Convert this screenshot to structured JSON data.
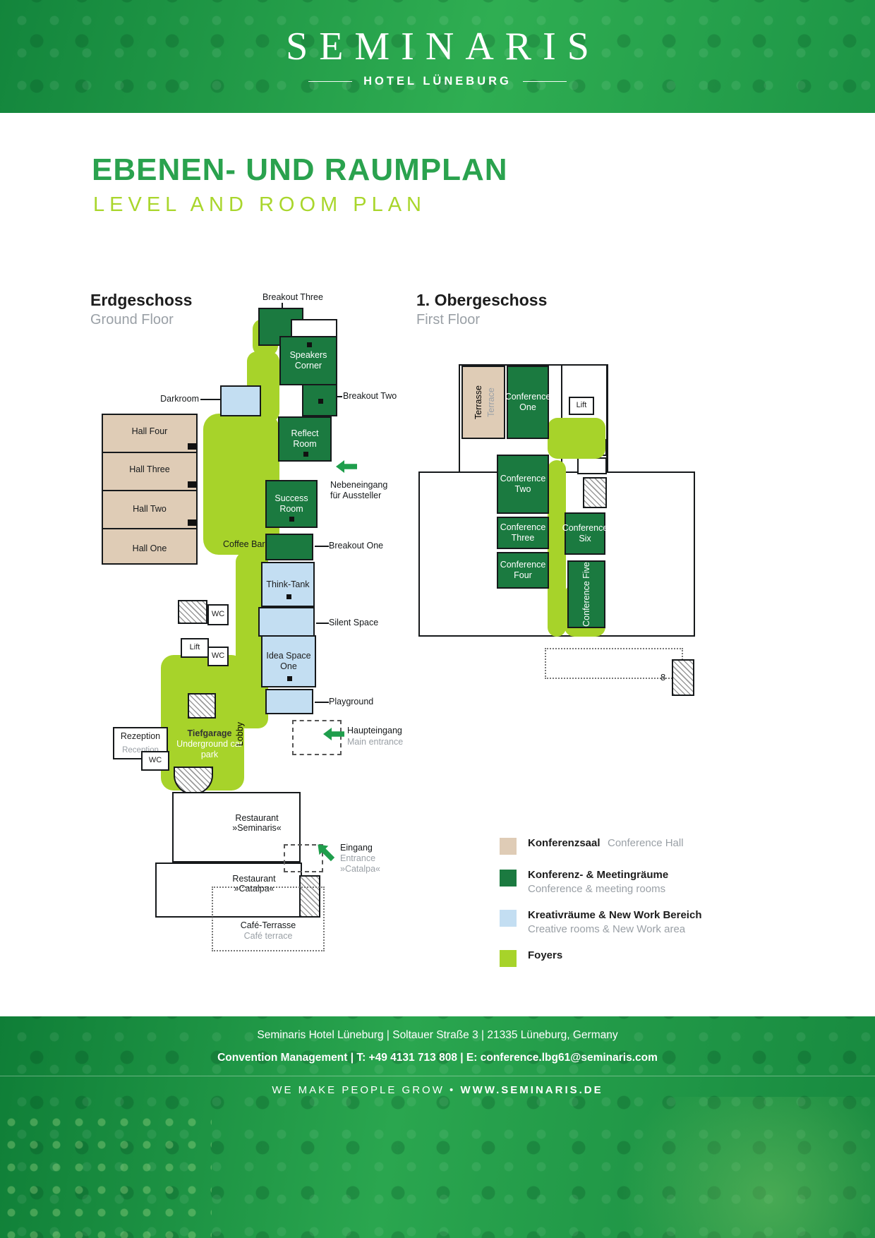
{
  "colors": {
    "brand_green": "#1f9e4c",
    "dark_green": "#1b7a40",
    "foyer_green": "#a7d32a",
    "light_blue": "#c3def2",
    "beige": "#dfccb6",
    "title_green": "#2aa24e",
    "title_light_green": "#a9d62c"
  },
  "header": {
    "brand": "SEMINARIS",
    "subtitle": "HOTEL LÜNEBURG"
  },
  "title": {
    "de": "EBENEN- UND RAUMPLAN",
    "en": "LEVEL AND ROOM PLAN"
  },
  "ground_floor": {
    "heading_de": "Erdgeschoss",
    "heading_en": "Ground Floor",
    "rooms": {
      "breakout_three": "Breakout Three",
      "speakers_corner": "Speakers Corner",
      "darkroom": "Darkroom",
      "breakout_two": "Breakout Two",
      "reflect_room": "Reflect Room",
      "hall_four": "Hall Four",
      "hall_three": "Hall Three",
      "hall_two": "Hall Two",
      "hall_one": "Hall One",
      "success_room": "Success Room",
      "coffee_bar": "Coffee Bar",
      "breakout_one": "Breakout One",
      "think_tank": "Think-Tank",
      "silent_space": "Silent Space",
      "wc": "WC",
      "lift": "Lift",
      "idea_space_one": "Idea Space One",
      "playground": "Playground",
      "lobby": "Lobby",
      "tiefgarage_de": "Tiefgarage",
      "tiefgarage_en": "Underground car park",
      "rezeption_de": "Rezeption",
      "rezeption_en": "Reception",
      "restaurant": "Restaurant",
      "seminaris_name": "»Seminaris«",
      "catalpa_name": "»Catalpa«",
      "cafe_terrasse_de": "Café-Terrasse",
      "cafe_terrasse_en": "Café terrace"
    },
    "annotations": {
      "nebeneingang_line1": "Nebeneingang",
      "nebeneingang_line2": "für Aussteller",
      "haupteingang_de": "Haupteingang",
      "haupteingang_en": "Main entrance",
      "eingang_de": "Eingang",
      "eingang_en": "Entrance",
      "eingang_name": "»Catalpa«"
    }
  },
  "first_floor": {
    "heading_de": "1. Obergeschoss",
    "heading_en": "First Floor",
    "rooms": {
      "terrasse_de": "Terrasse",
      "terrasse_en": "Terrace",
      "conference_one": "Conference One",
      "conference_two": "Conference Two",
      "conference_three": "Conference Three",
      "conference_four": "Conference Four",
      "conference_five": "Conference Five",
      "conference_six": "Conference Six",
      "lift": "Lift",
      "stair_number": "8"
    }
  },
  "legend": {
    "items": [
      {
        "label_de": "Konferenzsaal",
        "label_en": "Conference Hall",
        "color": "#dfccb6"
      },
      {
        "label_de": "Konferenz- & Meetingräume",
        "label_en": "Conference & meeting rooms",
        "color": "#1b7a40"
      },
      {
        "label_de": "Kreativräume & New Work Bereich",
        "label_en": "Creative rooms & New Work area",
        "color": "#c3def2"
      },
      {
        "label_de": "Foyers",
        "label_en": "",
        "color": "#a7d32a"
      }
    ]
  },
  "footer": {
    "address": "Seminaris Hotel Lüneburg | Soltauer Straße 3 | 21335 Lüneburg, Germany",
    "contact": "Convention Management | T: +49 4131 713 808 | E: conference.lbg61@seminaris.com",
    "tagline_left": "WE MAKE PEOPLE GROW •",
    "tagline_right": "WWW.SEMINARIS.DE"
  }
}
